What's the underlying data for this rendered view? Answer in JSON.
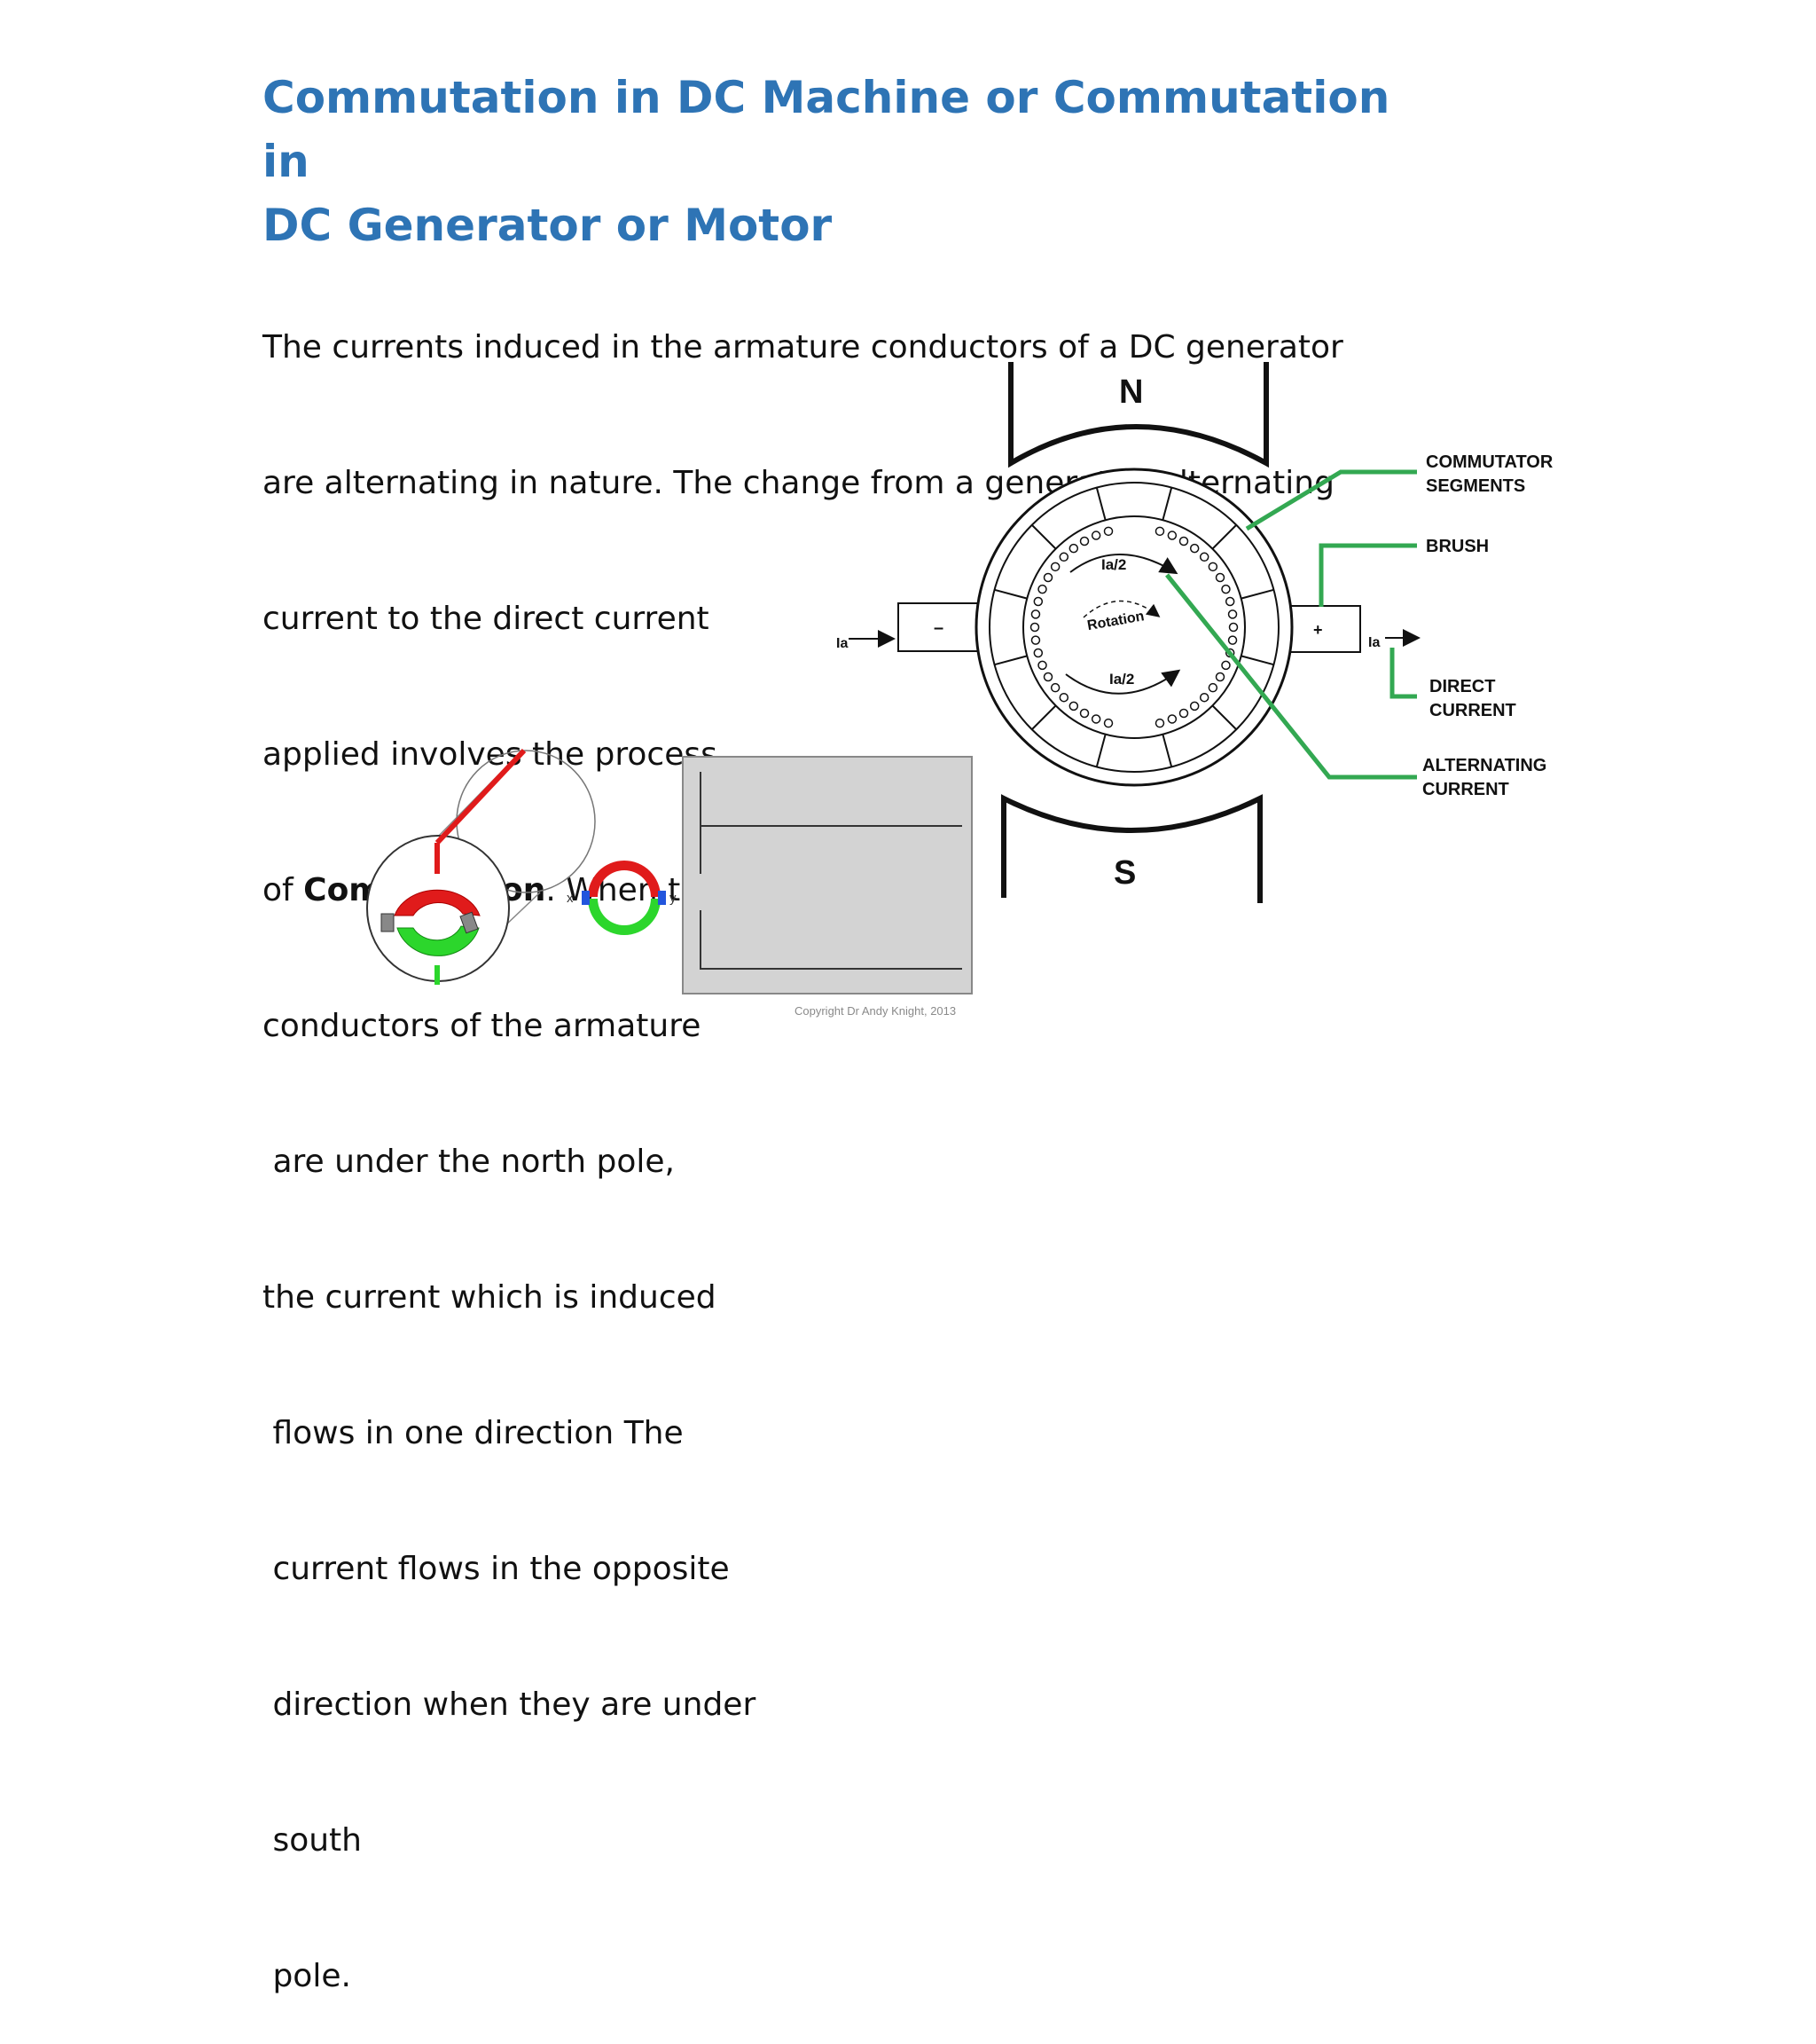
{
  "slide": {
    "title_line1": "Commutation in DC Machine or Commutation in",
    "title_line2": "DC Generator or Motor",
    "title_color": "#2e74b5",
    "body": {
      "line1": "The currents induced in the armature conductors of a DC generator",
      "line2": "are alternating in nature. The change from a generated alternating",
      "line3": "current to the direct current",
      "line4": "applied involves the process",
      "line5_prefix": "of ",
      "line5_bold": "Commutation",
      "line5_suffix": ". When the",
      "line6": "conductors of the armature",
      "line7": " are under the north pole,",
      "line8": "the current which is induced",
      "line9": " flows in one direction The",
      "line10": " current flows in the opposite",
      "line11": " direction when they are under",
      "line12": " south",
      "line13": " pole."
    }
  },
  "diagram": {
    "pole_north": "N",
    "pole_south": "S",
    "brush_minus": "–",
    "brush_plus": "+",
    "current_in": "Ia",
    "current_out": "Ia",
    "half_current_top": "Ia/2",
    "half_current_bottom": "Ia/2",
    "rotation_label": "Rotation",
    "callouts": {
      "commutator_line1": "COMMUTATOR",
      "commutator_line2": "SEGMENTS",
      "brush": "BRUSH",
      "direct_line1": "DIRECT",
      "direct_line2": "CURRENT",
      "alternating_line1": "ALTERNATING",
      "alternating_line2": "CURRENT"
    },
    "callout_color": "#33a852"
  },
  "animation": {
    "label_x": "x",
    "label_y": "y",
    "copyright": "Copyright Dr Andy Knight, 2013"
  }
}
